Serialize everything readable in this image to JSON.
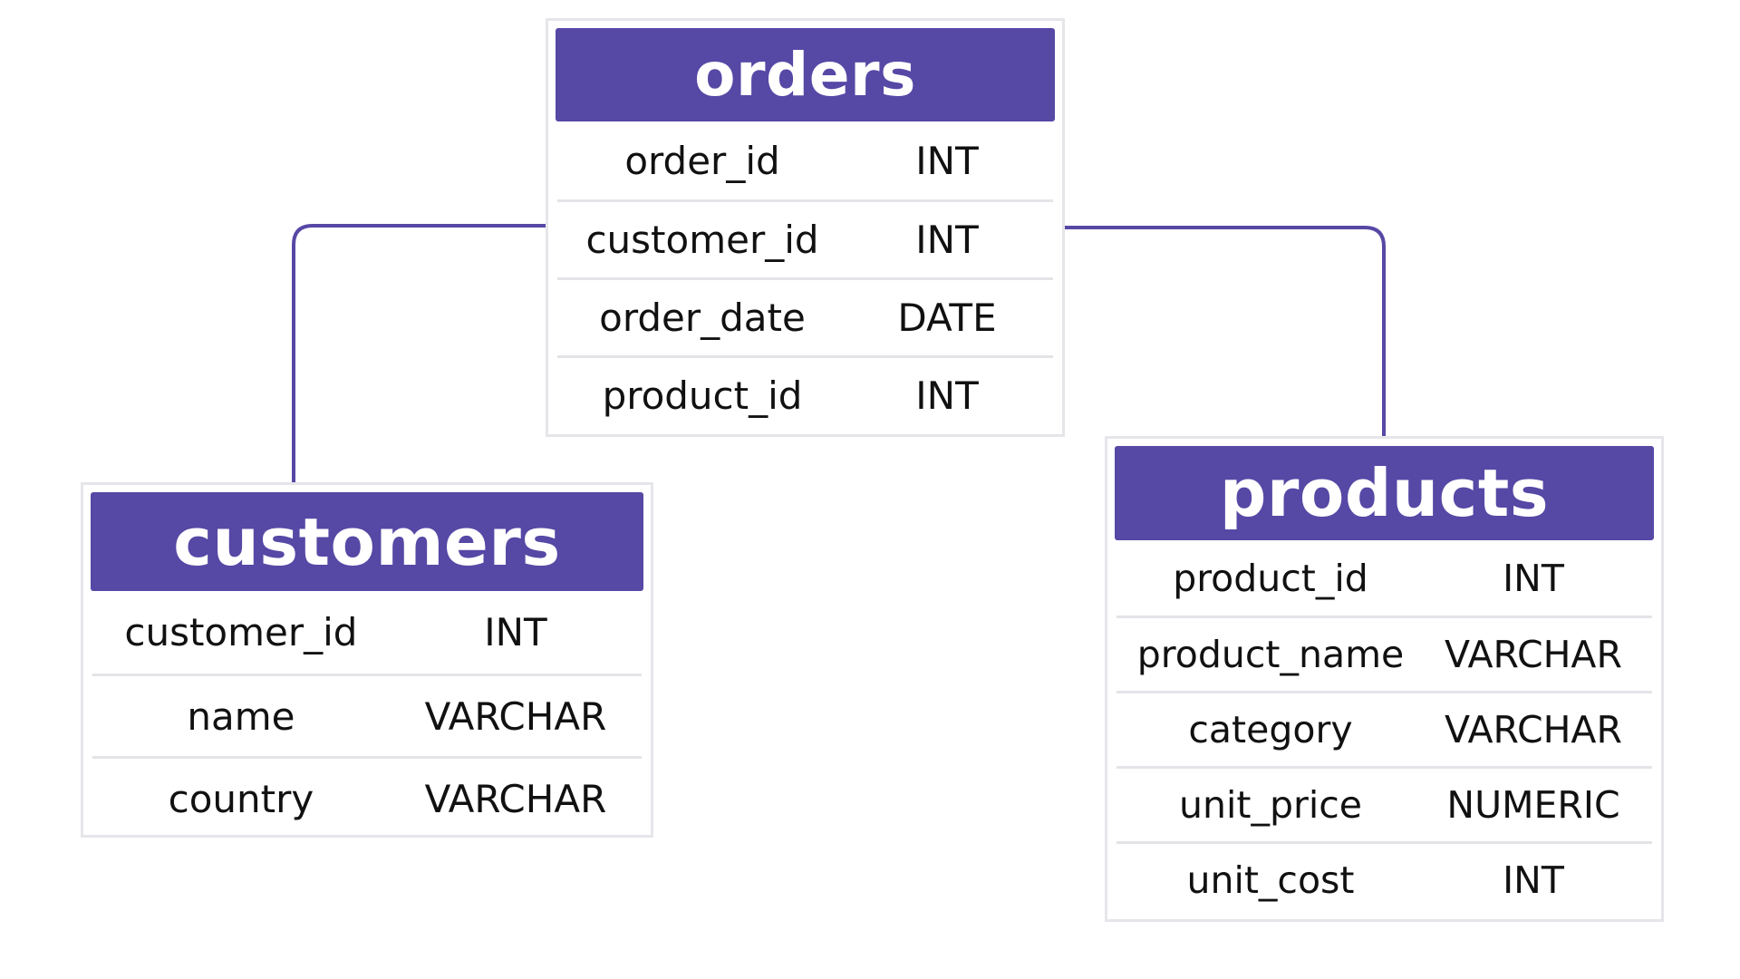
{
  "colors": {
    "header_background": "#5648a5",
    "header_text": "#ffffff",
    "connector": "#5648a5",
    "border": "#e6e6ea"
  },
  "tables": {
    "orders": {
      "title": "orders",
      "columns": [
        {
          "name": "order_id",
          "type": "INT"
        },
        {
          "name": "customer_id",
          "type": "INT"
        },
        {
          "name": "order_date",
          "type": "DATE"
        },
        {
          "name": "product_id",
          "type": "INT"
        }
      ]
    },
    "customers": {
      "title": "customers",
      "columns": [
        {
          "name": "customer_id",
          "type": "INT"
        },
        {
          "name": "name",
          "type": "VARCHAR"
        },
        {
          "name": "country",
          "type": "VARCHAR"
        }
      ]
    },
    "products": {
      "title": "products",
      "columns": [
        {
          "name": "product_id",
          "type": "INT"
        },
        {
          "name": "product_name",
          "type": "VARCHAR"
        },
        {
          "name": "category",
          "type": "VARCHAR"
        },
        {
          "name": "unit_price",
          "type": "NUMERIC"
        },
        {
          "name": "unit_cost",
          "type": "INT"
        }
      ]
    }
  },
  "relationships": [
    {
      "from": "orders",
      "to": "customers"
    },
    {
      "from": "orders",
      "to": "products"
    }
  ]
}
